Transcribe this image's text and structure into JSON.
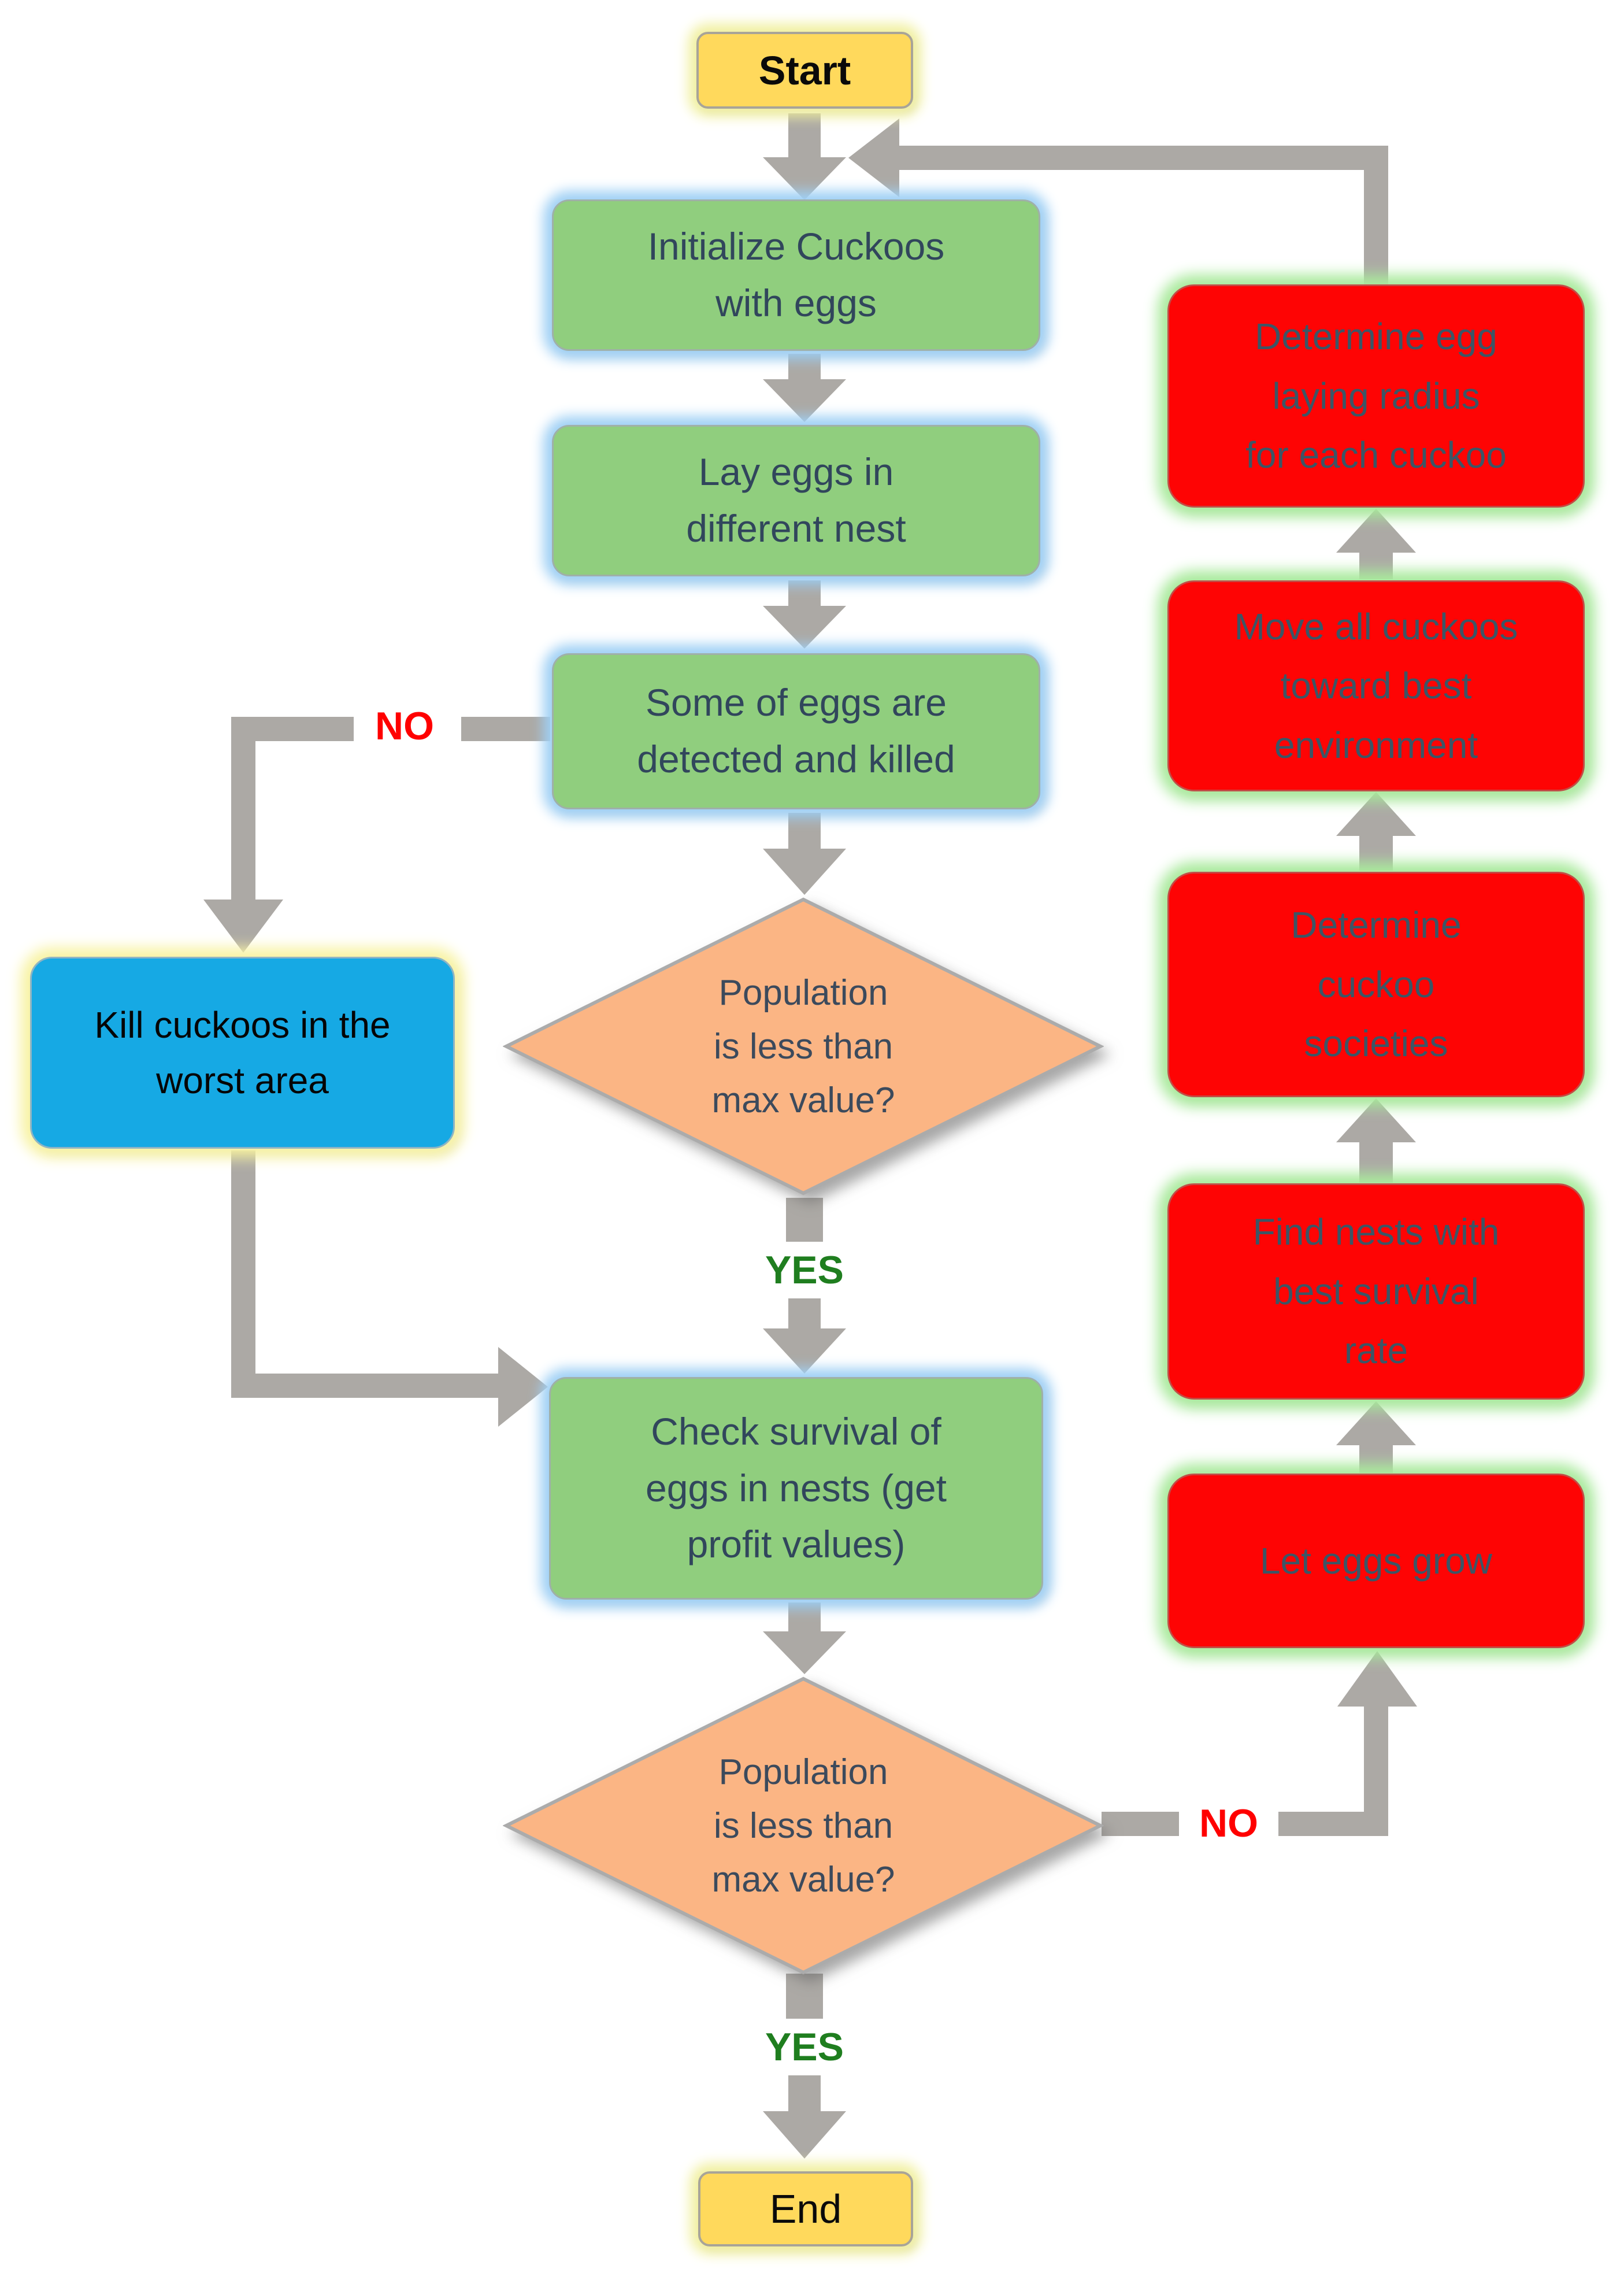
{
  "nodes": {
    "start": {
      "label": "Start"
    },
    "initialize": {
      "label": "Initialize Cuckoos\nwith eggs"
    },
    "lay_eggs": {
      "label": "Lay eggs in\ndifferent nest"
    },
    "eggs_detected": {
      "label": "Some of eggs are\ndetected and killed"
    },
    "kill_cuckoos": {
      "label": "Kill cuckoos in the\nworst area"
    },
    "population_check_1": {
      "label": "Population\nis less than\nmax value?"
    },
    "check_survival": {
      "label": "Check survival of\neggs in nests (get\nprofit values)"
    },
    "population_check_2": {
      "label": "Population\nis less than\nmax value?"
    },
    "let_eggs_grow": {
      "label": "Let eggs grow"
    },
    "find_nests": {
      "label": "Find nests with\nbest survival\nrate"
    },
    "cuckoo_societies": {
      "label": "Determine\ncuckoo\nsocieties"
    },
    "move_cuckoos": {
      "label": "Move all cuckoos\ntoward best\nenvironment"
    },
    "egg_radius": {
      "label": "Determine egg\nlaying radius\nfor each cuckoo"
    },
    "end": {
      "label": "End"
    }
  },
  "edge_labels": {
    "no_detected": "NO",
    "yes_population_1": "YES",
    "no_population_2": "NO",
    "yes_population_2": "YES"
  },
  "colors": {
    "process_green_fill": "#90CE7E",
    "process_green_glow": "#9FD0F5",
    "action_red_fill": "#FE0404",
    "action_red_glow": "#A9EA9C",
    "kill_blue_fill": "#16A9E4",
    "kill_blue_glow": "#F8F3A3",
    "terminal_yellow_fill": "#FFD95C",
    "terminal_yellow_glow": "#F1F0A0",
    "decision_orange_fill": "#FBB584",
    "arrow_gray": "#ACA9A5",
    "no_label_color": "#FF0000",
    "yes_label_color": "#1F7E1F",
    "box_text_color": "#31465C"
  }
}
